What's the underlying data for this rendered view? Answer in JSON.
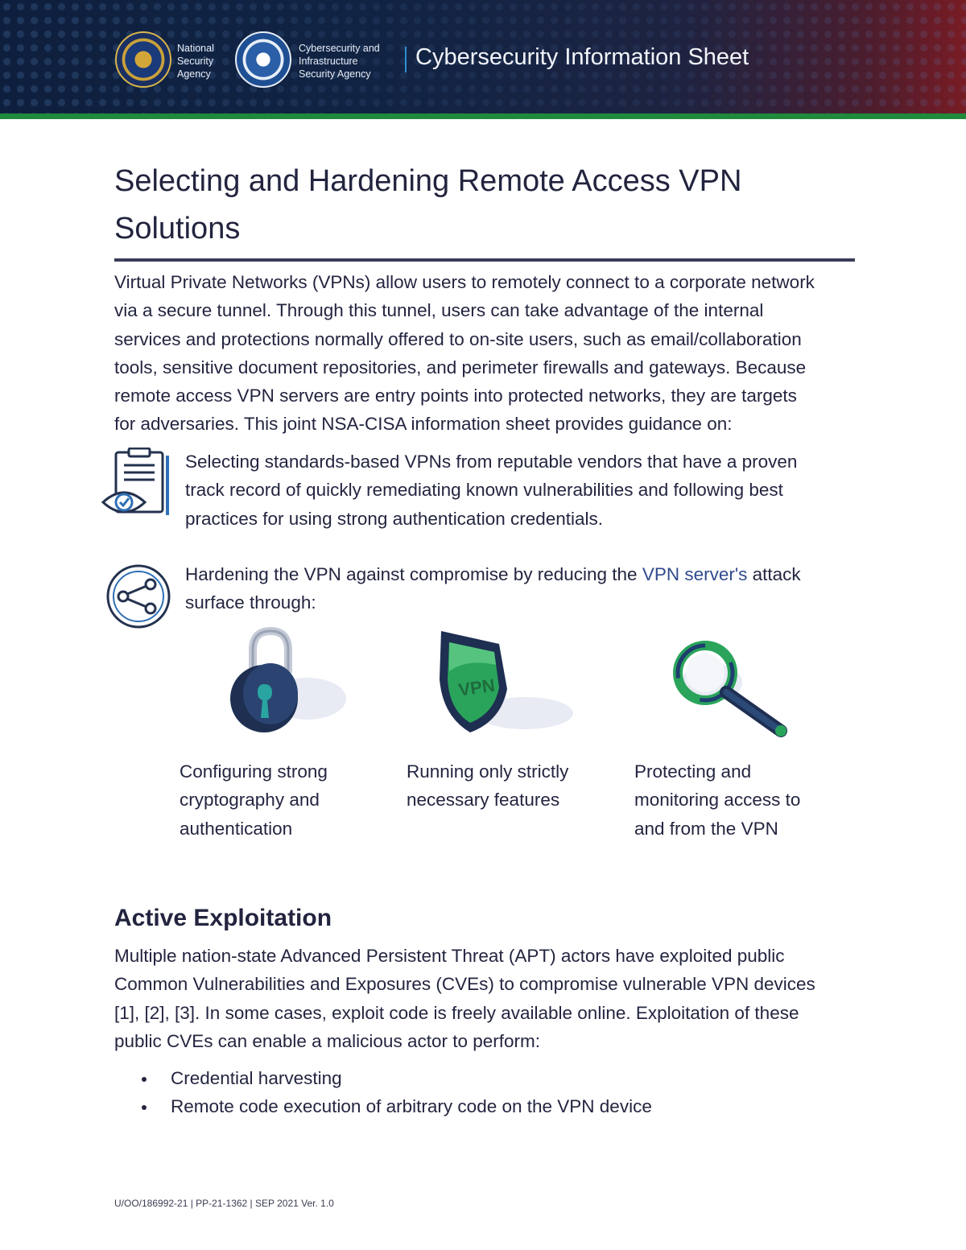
{
  "header": {
    "nsa_agency": [
      "National",
      "Security",
      "Agency"
    ],
    "cisa_agency": [
      "Cybersecurity and",
      "Infrastructure",
      "Security Agency"
    ],
    "sheet_title": "Cybersecurity Information Sheet",
    "colors": {
      "banner": "#15294b",
      "accent_green": "#1f8a3b",
      "divider_blue": "#2f8fd0"
    }
  },
  "document": {
    "title_line1": "Selecting and Hardening Remote Access VPN",
    "title_line2": "Solutions",
    "intro": [
      "Virtual Private Networks (VPNs) allow users to remotely connect to a corporate network",
      "via a secure tunnel. Through this tunnel, users can take advantage of the internal",
      "services and protections normally offered to on-site users, such as email/collaboration",
      "tools, sensitive document repositories, and perimeter firewalls and gateways. Because",
      "remote access VPN servers are entry points into protected networks, they are targets",
      "for adversaries. This joint NSA-CISA information sheet provides guidance on:"
    ],
    "guidance_selecting": [
      "Selecting standards-based VPNs from reputable vendors that have a proven",
      "track record of quickly remediating known vulnerabilities and following best",
      "practices for using strong authentication credentials."
    ],
    "guidance_hardening": {
      "prefix": "Hardening the VPN against compromise by reducing the ",
      "highlight": "VPN server's",
      "suffix": " attack",
      "line2": "surface through:"
    },
    "features": [
      {
        "icon": "padlock-icon",
        "lines": [
          "Configuring strong",
          "cryptography and",
          "authentication"
        ]
      },
      {
        "icon": "vpn-shield-icon",
        "lines": [
          "Running only strictly",
          "necessary features"
        ]
      },
      {
        "icon": "magnifying-glass-icon",
        "lines": [
          "Protecting and",
          "monitoring access to",
          "and from the VPN"
        ]
      }
    ],
    "section_active": {
      "heading": "Active Exploitation",
      "body": [
        "Multiple nation-state Advanced Persistent Threat (APT) actors have exploited public",
        "Common Vulnerabilities and Exposures (CVEs) to compromise vulnerable VPN devices",
        "[1], [2], [3]. In some cases, exploit code is freely available online. Exploitation of these",
        "public CVEs can enable a malicious actor to perform:"
      ],
      "bullets": [
        "Credential harvesting",
        "Remote code execution of arbitrary code on the VPN device"
      ]
    },
    "footer": "U/OO/186992-21 | PP-21-1362 | SEP 2021 Ver. 1.0"
  }
}
